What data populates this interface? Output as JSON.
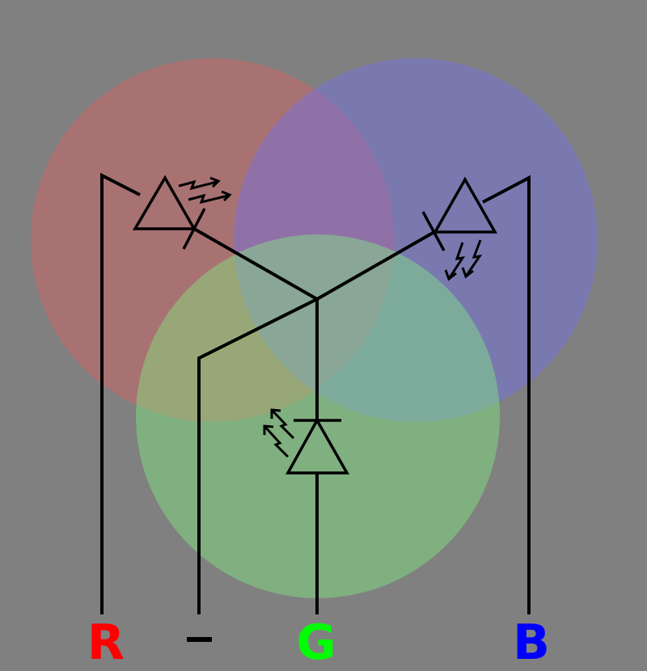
{
  "diagram": {
    "colors": {
      "background": "#808080",
      "red_circle": "#E06060",
      "blue_circle": "#7070F0",
      "green_circle": "#80F080",
      "wire": "#000000"
    },
    "pins": [
      {
        "id": "R",
        "label": "R",
        "color": "#FF0000"
      },
      {
        "id": "minus",
        "label": "–",
        "color": "#000000"
      },
      {
        "id": "G",
        "label": "G",
        "color": "#00FF00"
      },
      {
        "id": "B",
        "label": "B",
        "color": "#0000FF"
      }
    ],
    "components": [
      {
        "name": "red-led",
        "type": "led"
      },
      {
        "name": "blue-led",
        "type": "led"
      },
      {
        "name": "green-led",
        "type": "led"
      }
    ]
  }
}
